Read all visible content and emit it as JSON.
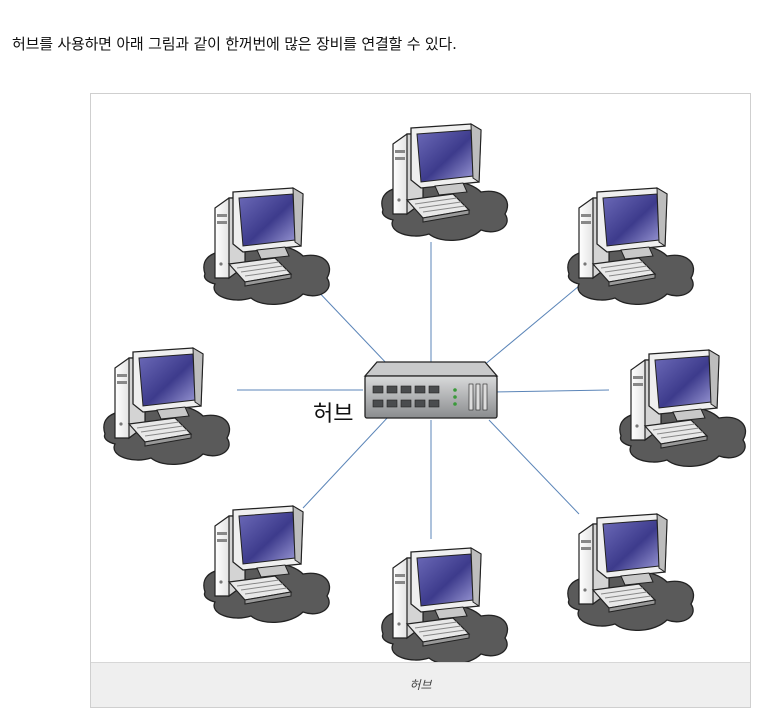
{
  "intro_text": "허브를 사용하면 아래 그림과 같이 한꺼번에 많은 장비를 연결할 수 있다.",
  "figure": {
    "hub_label": "허브",
    "caption": "허브",
    "device_icon": "desktop-computer-icon",
    "hub_icon": "network-hub-icon",
    "computer_count": 8,
    "colors": {
      "link_line": "#5b85b8",
      "screen": "#3d3b8c",
      "case": "#e0e0e0",
      "hub_body": "#8f9294",
      "shadow": "#555555"
    }
  }
}
